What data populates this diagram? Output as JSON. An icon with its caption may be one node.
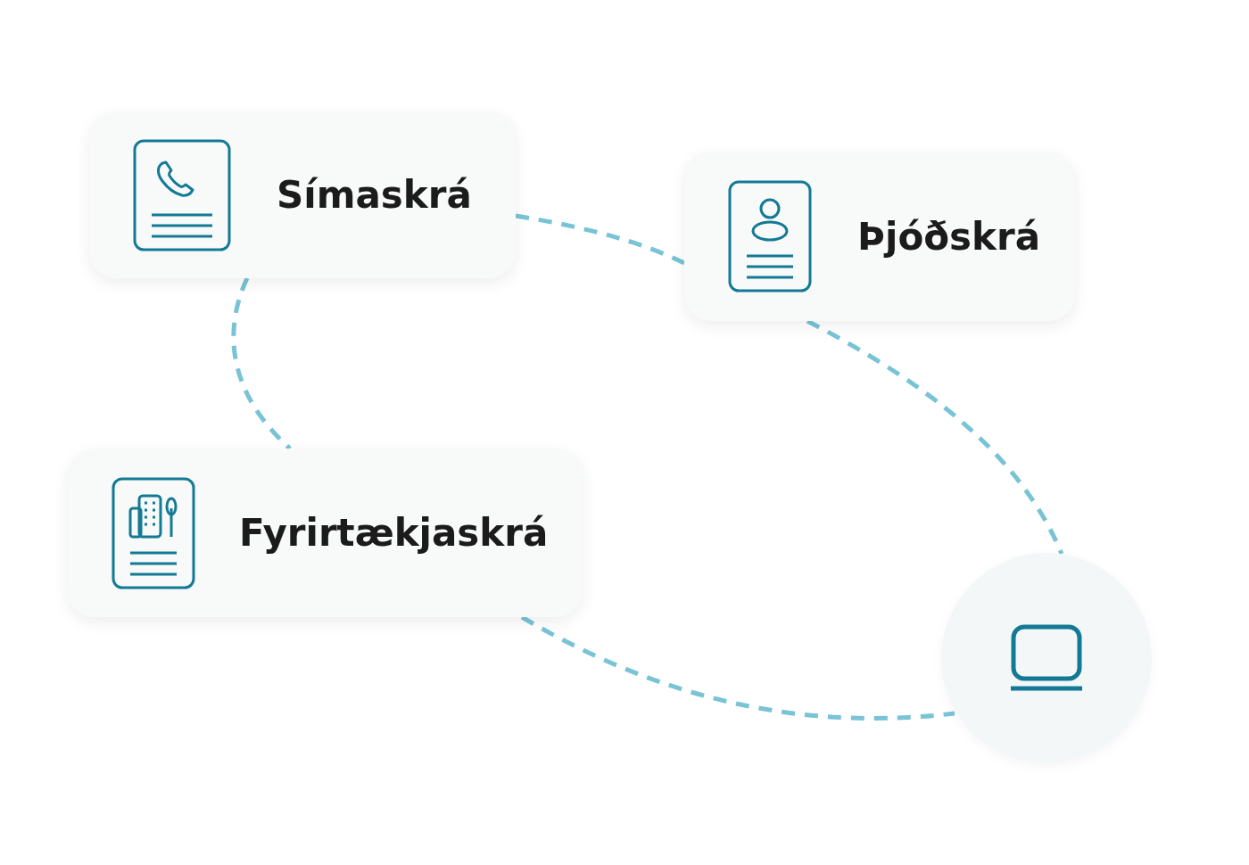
{
  "diagram": {
    "nodes": [
      {
        "text": [
          "Símaskrá"
        ]
      },
      {
        "text": [
          "Þjóðskrá"
        ]
      },
      {
        "text": [
          "Fyrirtækjaskrá"
        ]
      },
      {
        "text": [],
        "shape": "circle"
      }
    ],
    "edges": [
      {
        "from": 0,
        "to": 1,
        "arrow": "none",
        "style": "dashed"
      },
      {
        "from": 0,
        "to": 2,
        "arrow": "none",
        "style": "dashed"
      },
      {
        "from": 1,
        "to": 3,
        "arrow": "none",
        "style": "dashed"
      },
      {
        "from": 2,
        "to": 3,
        "arrow": "none",
        "style": "dashed"
      }
    ]
  }
}
